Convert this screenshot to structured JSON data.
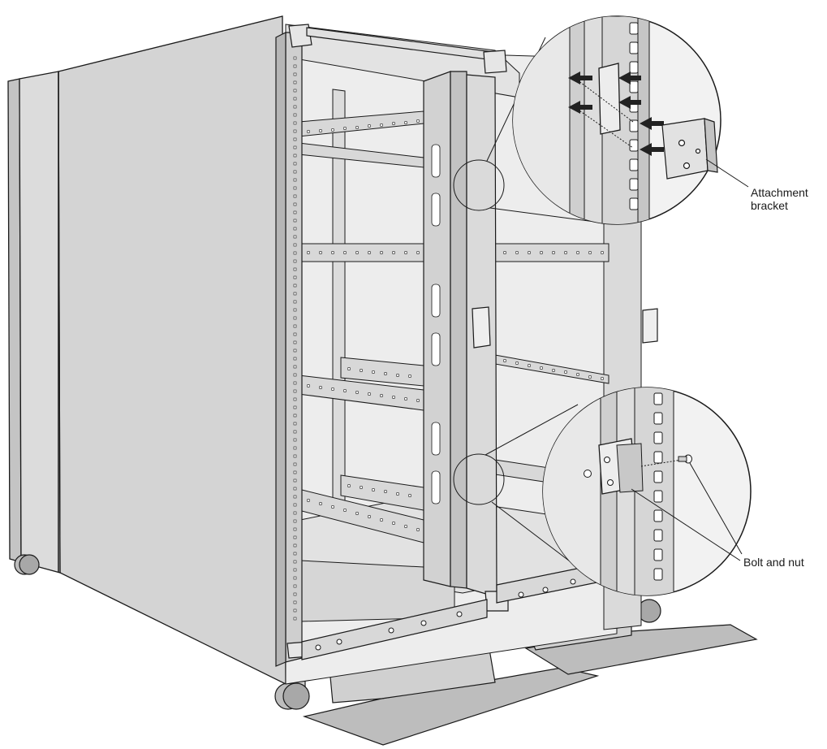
{
  "figure": {
    "subject": "Rack cabinet with attachment bracket and bolt detail insets",
    "callouts": {
      "attachment_bracket": {
        "line1": "Attachment",
        "line2": "bracket"
      },
      "bolt_and_nut": {
        "text": "Bolt and nut"
      }
    },
    "colors": {
      "stroke": "#1a1a1a",
      "side_panel": "#d4d4d4",
      "side_panel_dark": "#b8b8b8",
      "frame": "#cfcfcf",
      "frame_light": "#e6e6e6",
      "interior": "#ededed",
      "floor_plate": "#bdbdbd",
      "inset_bg": "#f2f2f2",
      "arrow": "#222222",
      "background": "#ffffff"
    }
  }
}
